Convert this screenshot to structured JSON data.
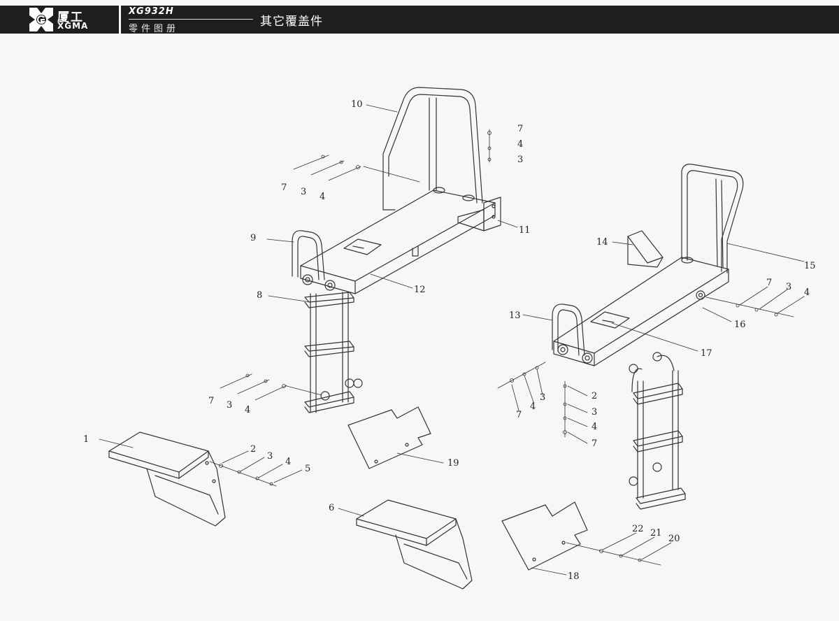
{
  "header": {
    "brand_cn": "厦工",
    "brand_en": "XGMA",
    "model": "XG932H",
    "catalog": "零件图册",
    "section_title": "其它覆盖件"
  },
  "callouts": [
    {
      "id": "c-10",
      "text": "10"
    },
    {
      "id": "c-7a",
      "text": "7"
    },
    {
      "id": "c-4a",
      "text": "4"
    },
    {
      "id": "c-3a",
      "text": "3"
    },
    {
      "id": "c-7b",
      "text": "7"
    },
    {
      "id": "c-3b",
      "text": "3"
    },
    {
      "id": "c-4b",
      "text": "4"
    },
    {
      "id": "c-11",
      "text": "11"
    },
    {
      "id": "c-9",
      "text": "9"
    },
    {
      "id": "c-12",
      "text": "12"
    },
    {
      "id": "c-8",
      "text": "8"
    },
    {
      "id": "c-7c",
      "text": "7"
    },
    {
      "id": "c-3c",
      "text": "3"
    },
    {
      "id": "c-4c",
      "text": "4"
    },
    {
      "id": "c-1",
      "text": "1"
    },
    {
      "id": "c-2a",
      "text": "2"
    },
    {
      "id": "c-3d",
      "text": "3"
    },
    {
      "id": "c-4d",
      "text": "4"
    },
    {
      "id": "c-5",
      "text": "5"
    },
    {
      "id": "c-19",
      "text": "19"
    },
    {
      "id": "c-6",
      "text": "6"
    },
    {
      "id": "c-14",
      "text": "14"
    },
    {
      "id": "c-15",
      "text": "15"
    },
    {
      "id": "c-7d",
      "text": "7"
    },
    {
      "id": "c-3e",
      "text": "3"
    },
    {
      "id": "c-4e",
      "text": "4"
    },
    {
      "id": "c-16",
      "text": "16"
    },
    {
      "id": "c-13",
      "text": "13"
    },
    {
      "id": "c-17",
      "text": "17"
    },
    {
      "id": "c-2b",
      "text": "2"
    },
    {
      "id": "c-3f",
      "text": "3"
    },
    {
      "id": "c-4f",
      "text": "4"
    },
    {
      "id": "c-7e",
      "text": "7"
    },
    {
      "id": "c-7f",
      "text": "7"
    },
    {
      "id": "c-4g",
      "text": "4"
    },
    {
      "id": "c-3g",
      "text": "3"
    },
    {
      "id": "c-22",
      "text": "22"
    },
    {
      "id": "c-21",
      "text": "21"
    },
    {
      "id": "c-20",
      "text": "20"
    },
    {
      "id": "c-18",
      "text": "18"
    }
  ]
}
